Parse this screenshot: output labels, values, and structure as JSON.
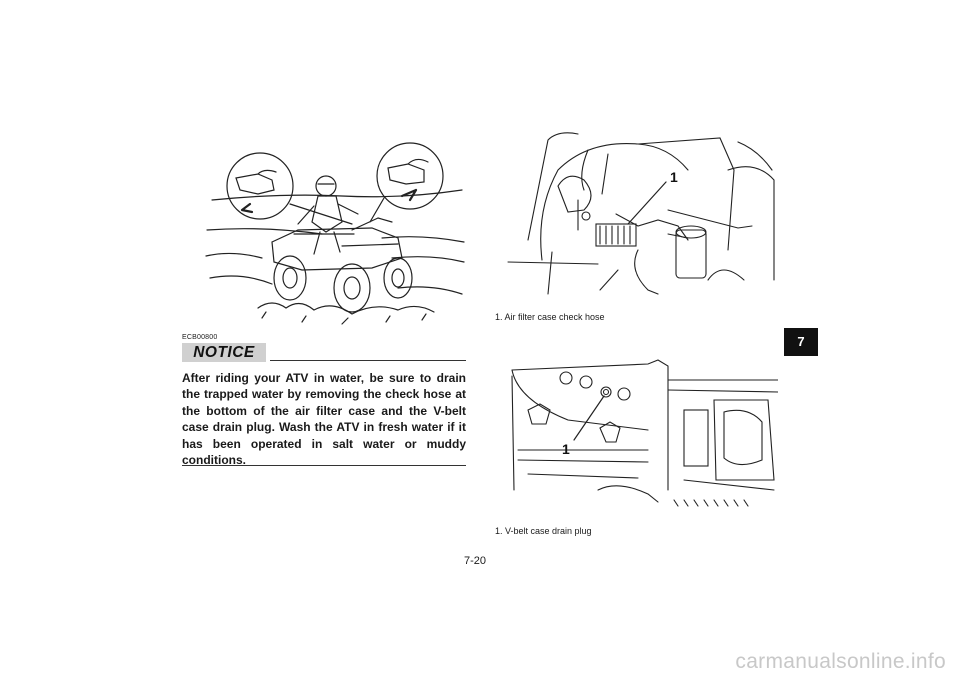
{
  "notice": {
    "code": "ECB00800",
    "label": "NOTICE",
    "text": "After riding your ATV in water, be sure to drain the trapped water by removing the check hose at the bottom of the air filter case and the V-belt case drain plug. Wash the ATV in fresh water if it has been operated in salt water or muddy conditions."
  },
  "figures": [
    {
      "callout": "1",
      "caption": "1.  Air filter case check hose"
    },
    {
      "callout": "1",
      "caption": "1.  V-belt case drain plug"
    }
  ],
  "chapter_tab": "7",
  "page_number": "7-20",
  "watermark": "carmanualsonline.info"
}
